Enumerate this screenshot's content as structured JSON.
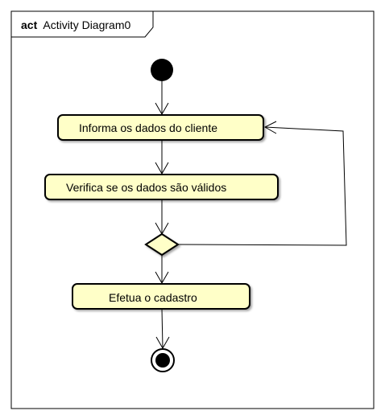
{
  "frame": {
    "keyword": "act",
    "name": "Activity Diagram0"
  },
  "actions": {
    "informa": "Informa os dados do cliente",
    "verifica": "Verifica se os dados são válidos",
    "efetua": "Efetua o cadastro"
  },
  "colors": {
    "action_fill": "#ffffc8",
    "stroke": "#000000",
    "background": "#ffffff"
  }
}
